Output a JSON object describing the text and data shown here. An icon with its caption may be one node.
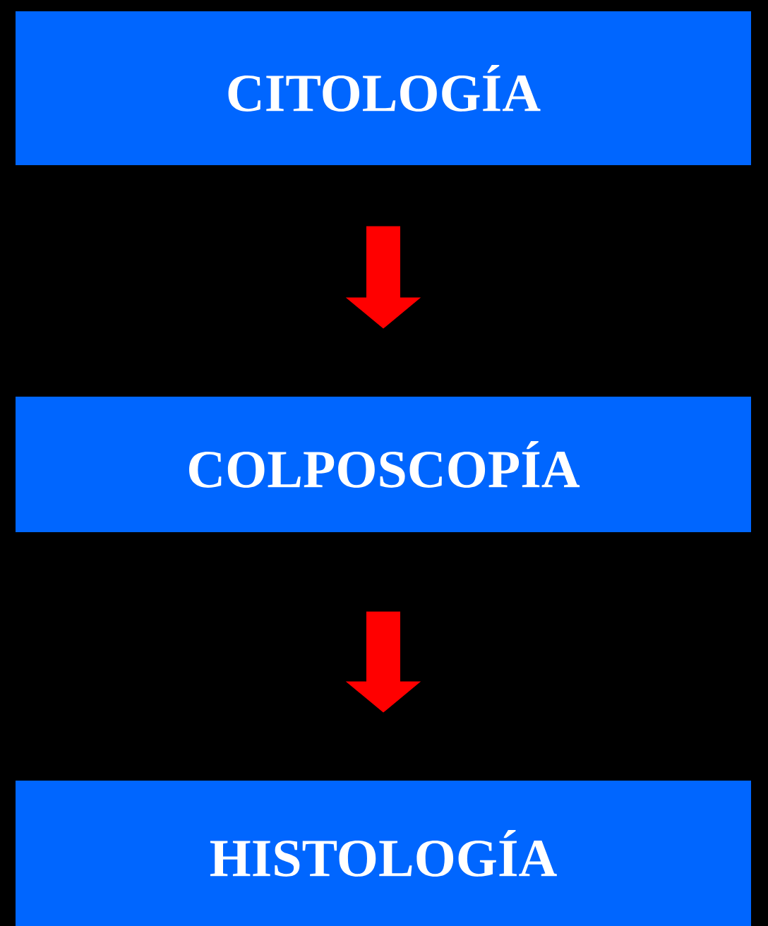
{
  "diagram": {
    "nodes": [
      {
        "text": [
          "CITOLOGÍA"
        ]
      },
      {
        "text": [
          "COLPOSCOPÍA"
        ]
      },
      {
        "text": [
          "HISTOLOGÍA"
        ]
      }
    ],
    "edges": [
      {
        "from": 0,
        "to": 1,
        "arrow": "to"
      },
      {
        "from": 1,
        "to": 2,
        "arrow": "to"
      }
    ]
  }
}
